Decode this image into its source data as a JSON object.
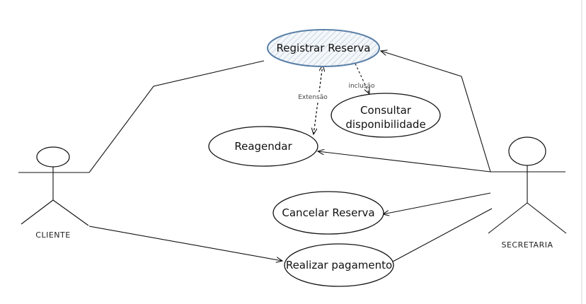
{
  "actors": {
    "cliente": "CLIENTE",
    "secretaria": "SECRETARIA"
  },
  "use_cases": {
    "registrar_reserva": "Registrar Reserva",
    "consultar_line1": "Consultar",
    "consultar_line2": "disponibilidade",
    "reagendar": "Reagendar",
    "cancelar_reserva": "Cancelar Reserva",
    "realizar_pagamento": "Realizar pagamento"
  },
  "relations": {
    "inclusao": "inclusão",
    "extensao": "Extensão"
  },
  "colors": {
    "selected_outline": "#5a7fa8",
    "hatch": "#c9d6e3"
  }
}
